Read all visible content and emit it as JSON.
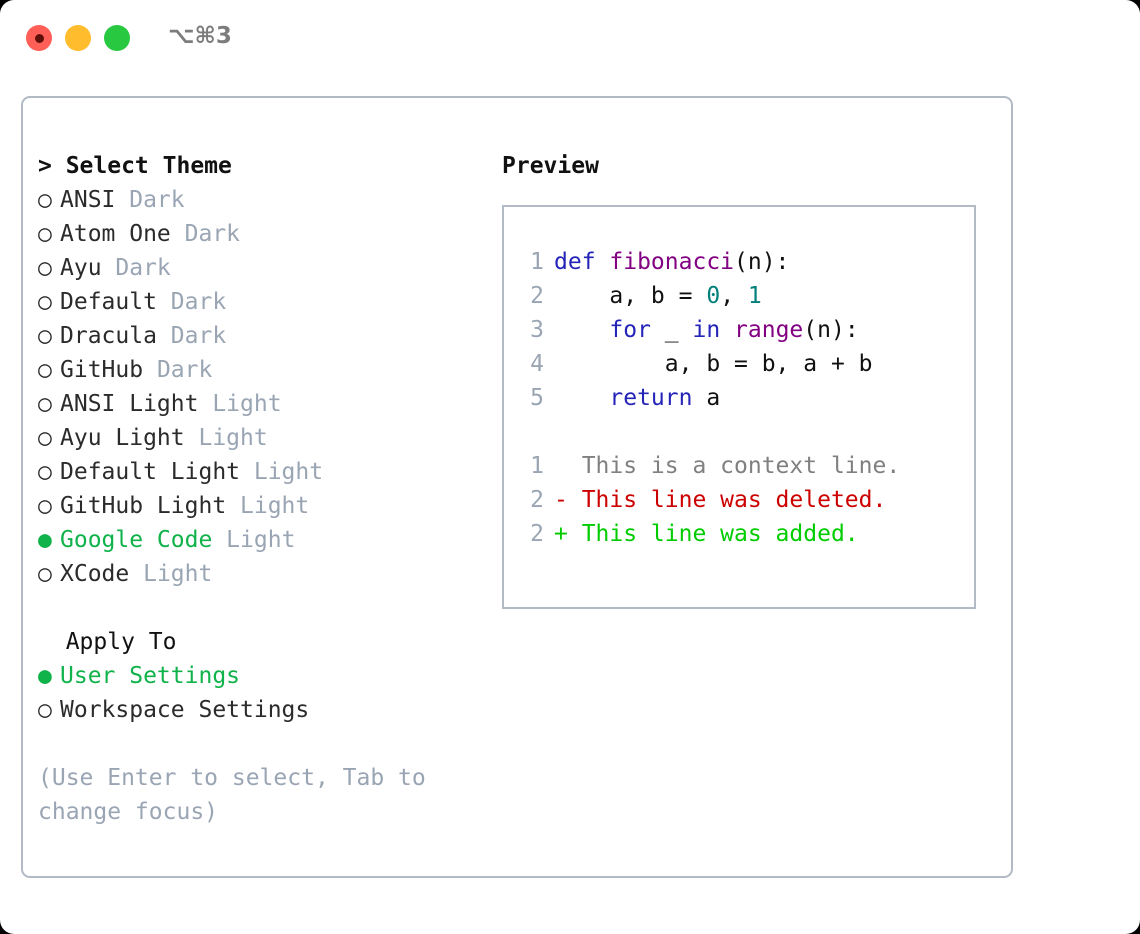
{
  "window": {
    "title": "⌥⌘3",
    "traffic_lights": [
      {
        "name": "close",
        "color": "#ff5f57"
      },
      {
        "name": "minimize",
        "color": "#ffbd2e"
      },
      {
        "name": "maximize",
        "color": "#28c840"
      }
    ]
  },
  "theme_picker": {
    "heading": "> Select Theme",
    "items": [
      {
        "marker": "○",
        "label": "ANSI",
        "suffix": " Dark",
        "selected": false
      },
      {
        "marker": "○",
        "label": "Atom One",
        "suffix": " Dark",
        "selected": false
      },
      {
        "marker": "○",
        "label": "Ayu",
        "suffix": " Dark",
        "selected": false
      },
      {
        "marker": "○",
        "label": "Default",
        "suffix": " Dark",
        "selected": false
      },
      {
        "marker": "○",
        "label": "Dracula",
        "suffix": " Dark",
        "selected": false
      },
      {
        "marker": "○",
        "label": "GitHub",
        "suffix": " Dark",
        "selected": false
      },
      {
        "marker": "○",
        "label": "ANSI Light",
        "suffix": " Light",
        "selected": false
      },
      {
        "marker": "○",
        "label": "Ayu Light",
        "suffix": " Light",
        "selected": false
      },
      {
        "marker": "○",
        "label": "Default Light",
        "suffix": " Light",
        "selected": false
      },
      {
        "marker": "○",
        "label": "GitHub Light",
        "suffix": " Light",
        "selected": false
      },
      {
        "marker": "●",
        "label": "Google Code",
        "suffix": " Light",
        "selected": true
      },
      {
        "marker": "○",
        "label": "XCode",
        "suffix": " Light",
        "selected": false
      }
    ]
  },
  "apply_to": {
    "heading": "  Apply To",
    "items": [
      {
        "marker": "●",
        "label": "User Settings",
        "selected": true
      },
      {
        "marker": "○",
        "label": "Workspace Settings",
        "selected": false
      }
    ]
  },
  "hint": "(Use Enter to select, Tab to change focus)",
  "preview": {
    "title": "Preview",
    "code": [
      {
        "ln": "1",
        "tokens": [
          {
            "t": "def ",
            "c": "kw"
          },
          {
            "t": "fibonacci",
            "c": "fn"
          },
          {
            "t": "(n):",
            "c": "pl"
          }
        ]
      },
      {
        "ln": "2",
        "tokens": [
          {
            "t": "    a, b = ",
            "c": "pl"
          },
          {
            "t": "0",
            "c": "num"
          },
          {
            "t": ", ",
            "c": "pl"
          },
          {
            "t": "1",
            "c": "num"
          }
        ]
      },
      {
        "ln": "3",
        "tokens": [
          {
            "t": "    ",
            "c": "pl"
          },
          {
            "t": "for",
            "c": "kw"
          },
          {
            "t": " _ ",
            "c": "pl"
          },
          {
            "t": "in",
            "c": "kw"
          },
          {
            "t": " ",
            "c": "pl"
          },
          {
            "t": "range",
            "c": "fn"
          },
          {
            "t": "(n):",
            "c": "pl"
          }
        ]
      },
      {
        "ln": "4",
        "tokens": [
          {
            "t": "        a, b = b, a + b",
            "c": "pl"
          }
        ]
      },
      {
        "ln": "5",
        "tokens": [
          {
            "t": "    ",
            "c": "pl"
          },
          {
            "t": "return",
            "c": "kw"
          },
          {
            "t": " a",
            "c": "pl"
          }
        ]
      }
    ],
    "diff": [
      {
        "ln": "1",
        "text": "  This is a context line.",
        "kind": "ctx"
      },
      {
        "ln": "2",
        "text": "- This line was deleted.",
        "kind": "del"
      },
      {
        "ln": "2",
        "text": "+ This line was added.",
        "kind": "add"
      }
    ]
  },
  "colors": {
    "accent_green": "#10b24a",
    "muted": "#9aa5b4",
    "border": "#b2bac6",
    "keyword": "#2424b8",
    "function": "#820082",
    "number": "#00807b",
    "diff_delete": "#cc0000",
    "diff_add": "#00cc00",
    "diff_context": "#808080"
  }
}
